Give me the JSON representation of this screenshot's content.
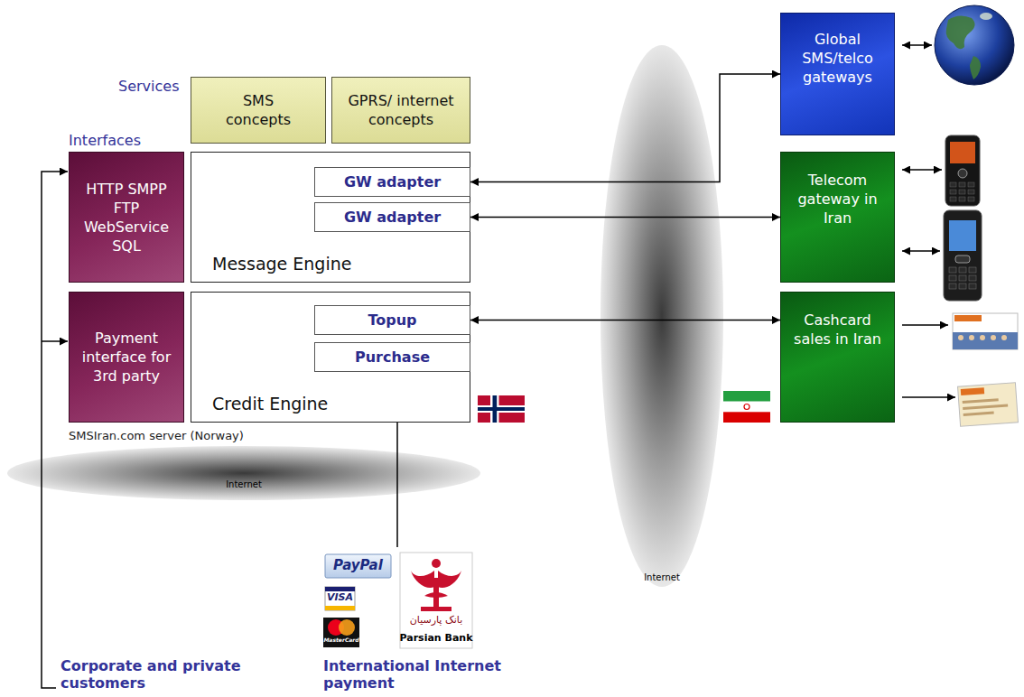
{
  "diagram": {
    "nodes": [
      {
        "text": [
          "SMS concepts"
        ]
      },
      {
        "text": [
          "GPRS/ internet concepts"
        ]
      },
      {
        "text": [
          "HTTP SMPP FTP WebService SQL"
        ]
      },
      {
        "text": [
          "Message Engine"
        ]
      },
      {
        "text": [
          "GW adapter"
        ],
        "in": 3
      },
      {
        "text": [
          "GW adapter"
        ],
        "in": 3
      },
      {
        "text": [
          "Payment interface for 3rd party"
        ]
      },
      {
        "text": [
          "Credit Engine"
        ]
      },
      {
        "text": [
          "Topup"
        ],
        "in": 7
      },
      {
        "text": [
          "Purchase"
        ],
        "in": 7
      },
      {
        "text": [
          "Global SMS/telco gateways"
        ]
      },
      {
        "text": [
          "Telecom gateway in Iran"
        ]
      },
      {
        "text": [
          "Cashcard sales in Iran"
        ]
      }
    ],
    "edges": [
      {
        "from": 4,
        "to": 10,
        "arrow": "both"
      },
      {
        "from": 5,
        "to": 11,
        "arrow": "both"
      },
      {
        "from": 8,
        "to": 12,
        "arrow": "both"
      }
    ],
    "labels": [
      "Services",
      "Interfaces",
      "SMSIran.com server (Norway)",
      "Internet",
      "Internet",
      "PayPal",
      "VISA",
      "MasterCard",
      "بانک پارسیان",
      "Parsian Bank",
      "Corporate and private customers",
      "International Internet payment"
    ]
  }
}
